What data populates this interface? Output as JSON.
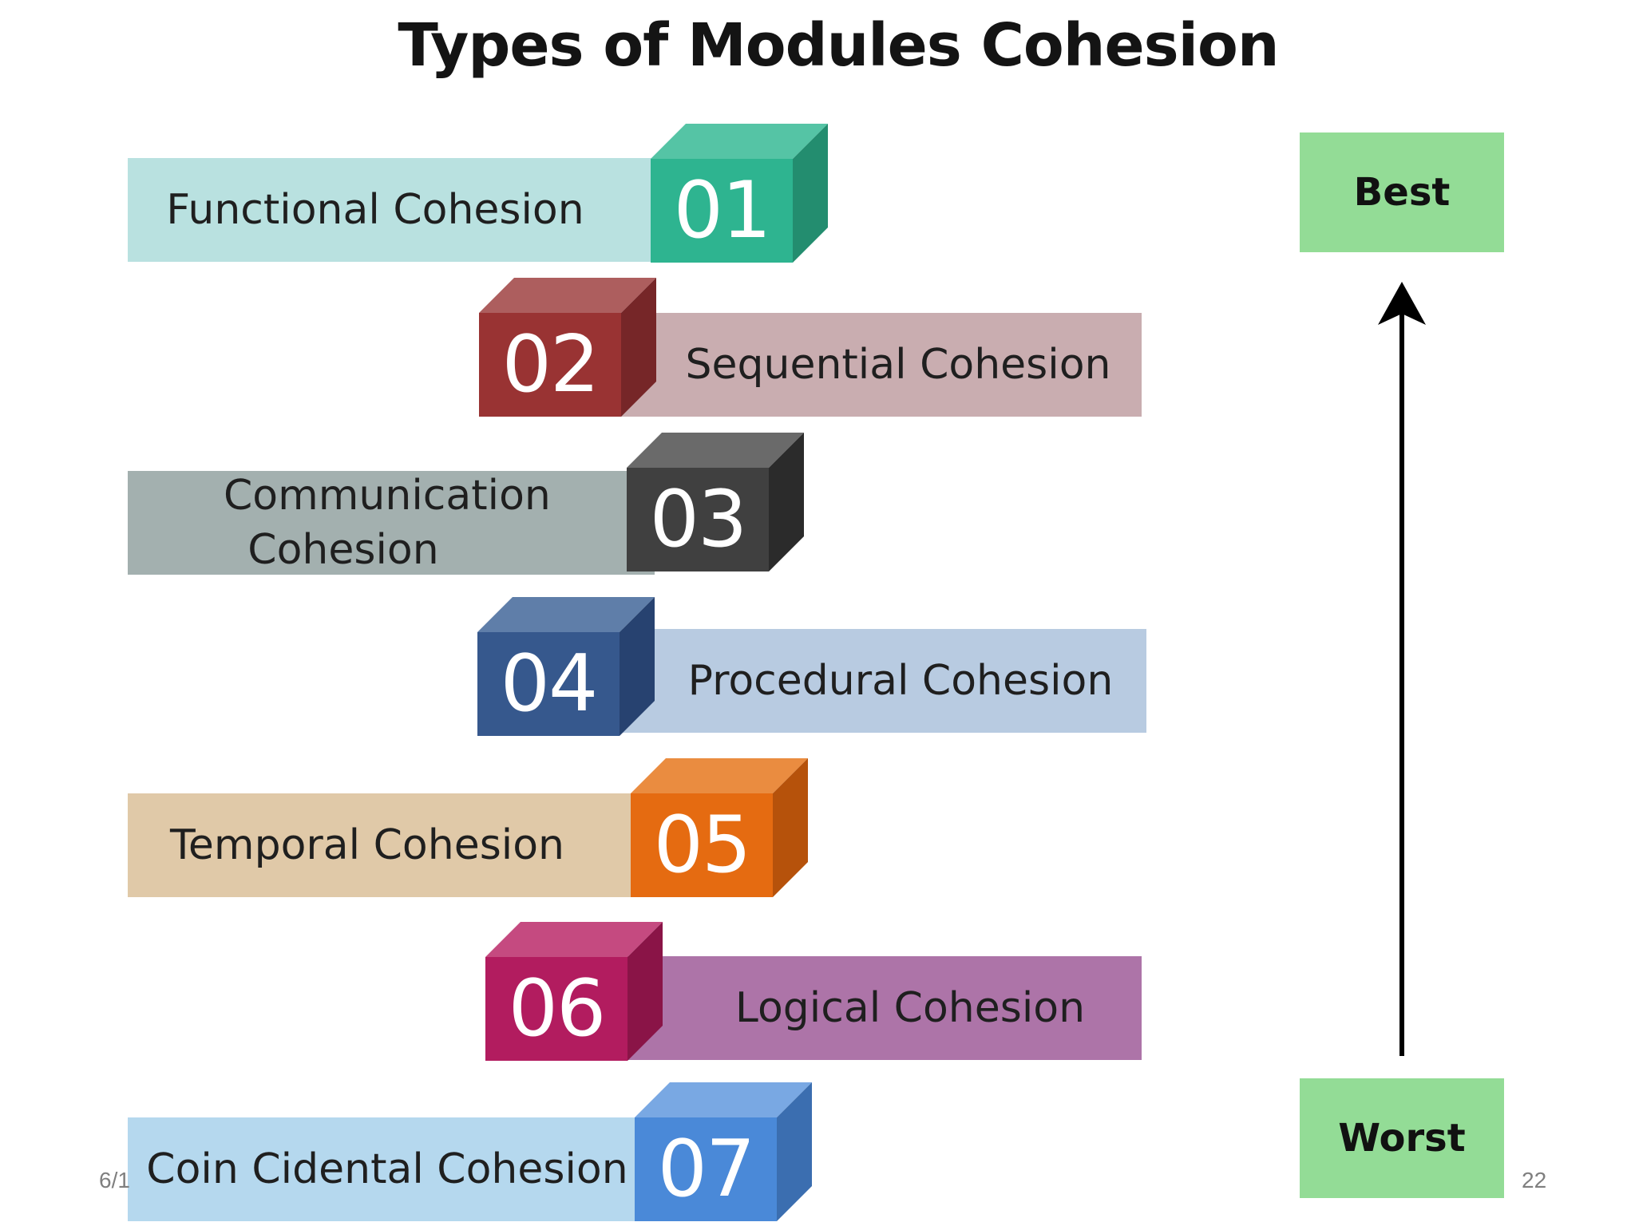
{
  "title": "Types of Modules Cohesion",
  "items": [
    {
      "number": "01",
      "label": "Functional Cohesion",
      "bar_color": "#b9e1e0",
      "front_color": "#2eb490",
      "top_color": "#55c4a5",
      "side_color": "#238d6f"
    },
    {
      "number": "02",
      "label": "Sequential Cohesion",
      "bar_color": "#c9adb0",
      "front_color": "#993333",
      "top_color": "#ad5e5e",
      "side_color": "#762628"
    },
    {
      "number": "03",
      "label": "Communication Cohesion",
      "bar_color": "#a3b0af",
      "front_color": "#404040",
      "top_color": "#6a6a6a",
      "side_color": "#2b2b2b"
    },
    {
      "number": "04",
      "label": "Procedural Cohesion",
      "bar_color": "#b8cbe1",
      "front_color": "#36588d",
      "top_color": "#5f7ea9",
      "side_color": "#274270"
    },
    {
      "number": "05",
      "label": "Temporal Cohesion",
      "bar_color": "#e0c9a8",
      "front_color": "#e56b11",
      "top_color": "#ea8c40",
      "side_color": "#b6520b"
    },
    {
      "number": "06",
      "label": "Logical Cohesion",
      "bar_color": "#ad74a8",
      "front_color": "#b21c5f",
      "top_color": "#c54a80",
      "side_color": "#8a1447"
    },
    {
      "number": "07",
      "label": "Coin Cidental Cohesion",
      "bar_color": "#b5d8ee",
      "front_color": "#4a89d8",
      "top_color": "#79a8e3",
      "side_color": "#3b6eb0"
    }
  ],
  "scale": {
    "best_label": "Best",
    "worst_label": "Worst",
    "box_color": "#93dc96"
  },
  "footer": {
    "date_text": "6/1",
    "page_number": "22"
  }
}
